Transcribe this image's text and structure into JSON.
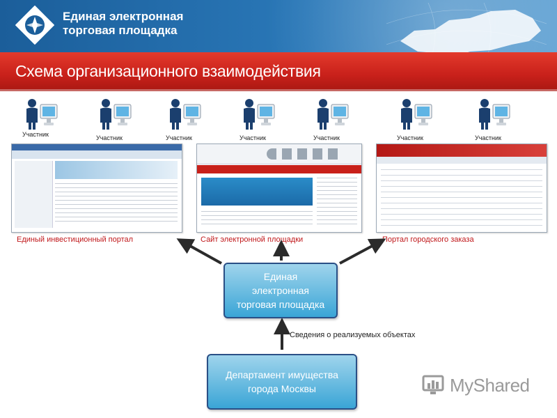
{
  "header": {
    "brand_line1": "Единая электронная",
    "brand_line2": "торговая площадка",
    "accent_color": "#1b5e9a",
    "logo_icon": "etp-logo-icon",
    "map_icon": "russia-map-icon"
  },
  "title": "Схема организационного взаимодействия",
  "title_bar_color": "#c8201a",
  "participants": [
    {
      "label": "Участник"
    },
    {
      "label": "Участник"
    },
    {
      "label": "Участник"
    },
    {
      "label": "Участник"
    },
    {
      "label": "Участник"
    },
    {
      "label": "Участник"
    },
    {
      "label": "Участник"
    }
  ],
  "portals": [
    {
      "caption": "Единый инвестиционный портал"
    },
    {
      "caption": "Сайт электронной площадки"
    },
    {
      "caption": "Портал городского заказа"
    }
  ],
  "center_box": {
    "line1": "Единая",
    "line2": "электронная",
    "line3": "торговая площадка"
  },
  "bottom_box": {
    "line1": "Департамент имущества",
    "line2": "города Москвы"
  },
  "arrow_note": "Сведения о реализуемых объектах",
  "watermark": "MyShared",
  "box_color": "#3aa5d6"
}
